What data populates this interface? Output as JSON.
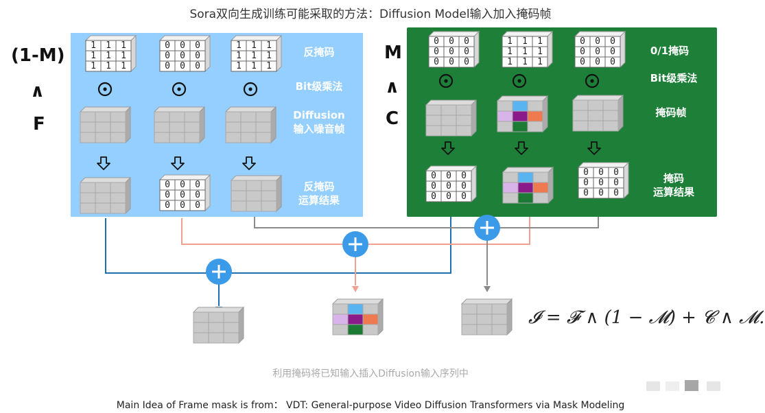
{
  "title": "Sora双向生成训练可能采取的方法：Diffusion Model输入加入掩码帧",
  "left_labels": {
    "one_minus_m": "(1-M)",
    "wedge": "∧",
    "f": "F"
  },
  "right_labels": {
    "m": "M",
    "wedge": "∧",
    "c": "C"
  },
  "blue_panel": {
    "row1_label": "反掩码",
    "row2_label": "Bit级乘法",
    "row3_label": "Diffusion\n输入噪音帧",
    "row4_label": "反掩码\n运算结果",
    "masks": [
      [
        [
          "1",
          "1",
          "1"
        ],
        [
          "1",
          "1",
          "1"
        ],
        [
          "1",
          "1",
          "1"
        ]
      ],
      [
        [
          "0",
          "0",
          "0"
        ],
        [
          "0",
          "0",
          "0"
        ],
        [
          "0",
          "0",
          "0"
        ]
      ],
      [
        [
          "1",
          "1",
          "1"
        ],
        [
          "1",
          "1",
          "1"
        ],
        [
          "1",
          "1",
          "1"
        ]
      ]
    ],
    "result_mask": [
      [
        "0",
        "0",
        "0"
      ],
      [
        "0",
        "0",
        "0"
      ],
      [
        "0",
        "0",
        "0"
      ]
    ]
  },
  "green_panel": {
    "row1_label": "0/1掩码",
    "row2_label": "Bit级乘法",
    "row3_label": "掩码帧",
    "row4_label": "掩码\n运算结果",
    "masks": [
      [
        [
          "0",
          "0",
          "0"
        ],
        [
          "0",
          "0",
          "0"
        ],
        [
          "0",
          "0",
          "0"
        ]
      ],
      [
        [
          "1",
          "1",
          "1"
        ],
        [
          "1",
          "1",
          "1"
        ],
        [
          "1",
          "1",
          "1"
        ]
      ],
      [
        [
          "0",
          "0",
          "0"
        ],
        [
          "0",
          "0",
          "0"
        ],
        [
          "0",
          "0",
          "0"
        ]
      ]
    ],
    "result_masks": [
      [
        [
          "0",
          "0",
          "0"
        ],
        [
          "0",
          "0",
          "0"
        ],
        [
          "0",
          "0",
          "0"
        ]
      ],
      [
        [
          "0",
          "0",
          "0"
        ],
        [
          "0",
          "0",
          "0"
        ],
        [
          "0",
          "0",
          "0"
        ]
      ]
    ]
  },
  "odot": "⊙",
  "arrow": "⇩",
  "plus": "+",
  "formula": "𝓘 = 𝓕 ∧ (1 − 𝓜) + 𝓒 ∧ 𝓜.",
  "subcaption": "利用掩码将已知输入插入Diffusion输入序列中",
  "caption": "Main Idea of Frame mask is from： VDT: General-purpose Video Diffusion Transformers via Mask Modeling",
  "colors": {
    "blue_panel": "#94cfff",
    "green_panel": "#1e7f38",
    "line_blue": "#1f6fb0",
    "line_salmon": "#f0a090",
    "line_gray": "#8a8a8a",
    "plus_fill": "#3b9be8",
    "cube_gray": "#c9c9c9",
    "cube_blue": "#5ab4f0",
    "cube_purple": "#8a1a8a",
    "cube_orange": "#f07a50",
    "cube_lavender": "#d9b4ea",
    "cube_green": "#1c7a35"
  }
}
